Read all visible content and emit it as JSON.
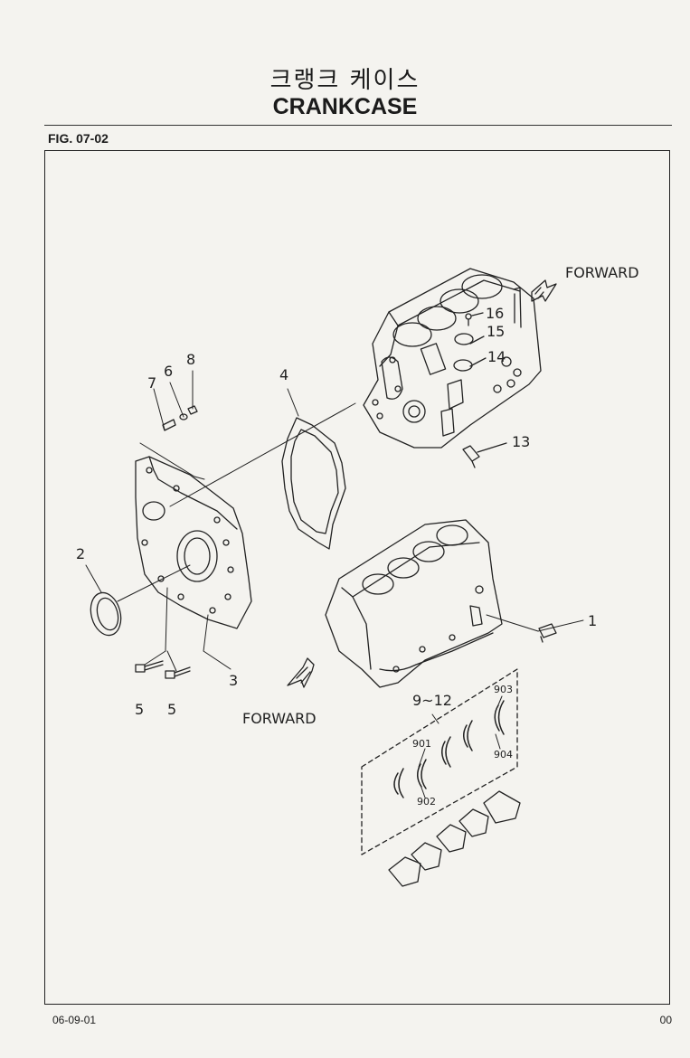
{
  "header": {
    "title_kr": "크랭크 케이스",
    "title_en": "CRANKCASE",
    "figure": "FIG. 07-02"
  },
  "diagram": {
    "forward_top": "FORWARD",
    "forward_bottom": "FORWARD",
    "callouts": {
      "c1": "1",
      "c2": "2",
      "c3": "3",
      "c4": "4",
      "c5a": "5",
      "c5b": "5",
      "c6": "6",
      "c7": "7",
      "c8": "8",
      "c9_12": "9~12",
      "c13": "13",
      "c14": "14",
      "c15": "15",
      "c16": "16",
      "c901": "901",
      "c902": "902",
      "c903": "903",
      "c904": "904"
    }
  },
  "footer": {
    "date": "06-09-01",
    "page": "00"
  }
}
